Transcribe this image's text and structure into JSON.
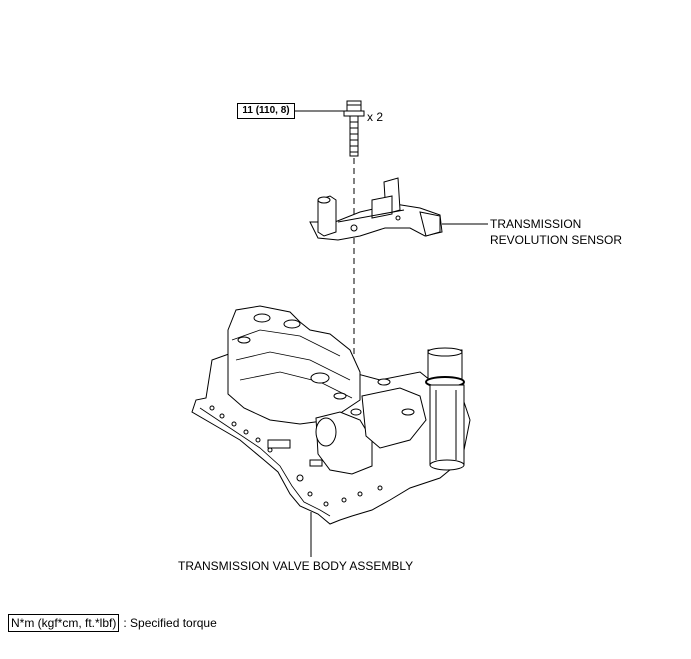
{
  "torque_spec": "11 (110, 8)",
  "bolt_quantity": "x 2",
  "labels": {
    "sensor_line1": "TRANSMISSION",
    "sensor_line2": "REVOLUTION SENSOR",
    "valve_body": "TRANSMISSION VALVE BODY ASSEMBLY"
  },
  "legend": {
    "units": "N*m (kgf*cm, ft.*lbf)",
    "description": ": Specified torque"
  }
}
